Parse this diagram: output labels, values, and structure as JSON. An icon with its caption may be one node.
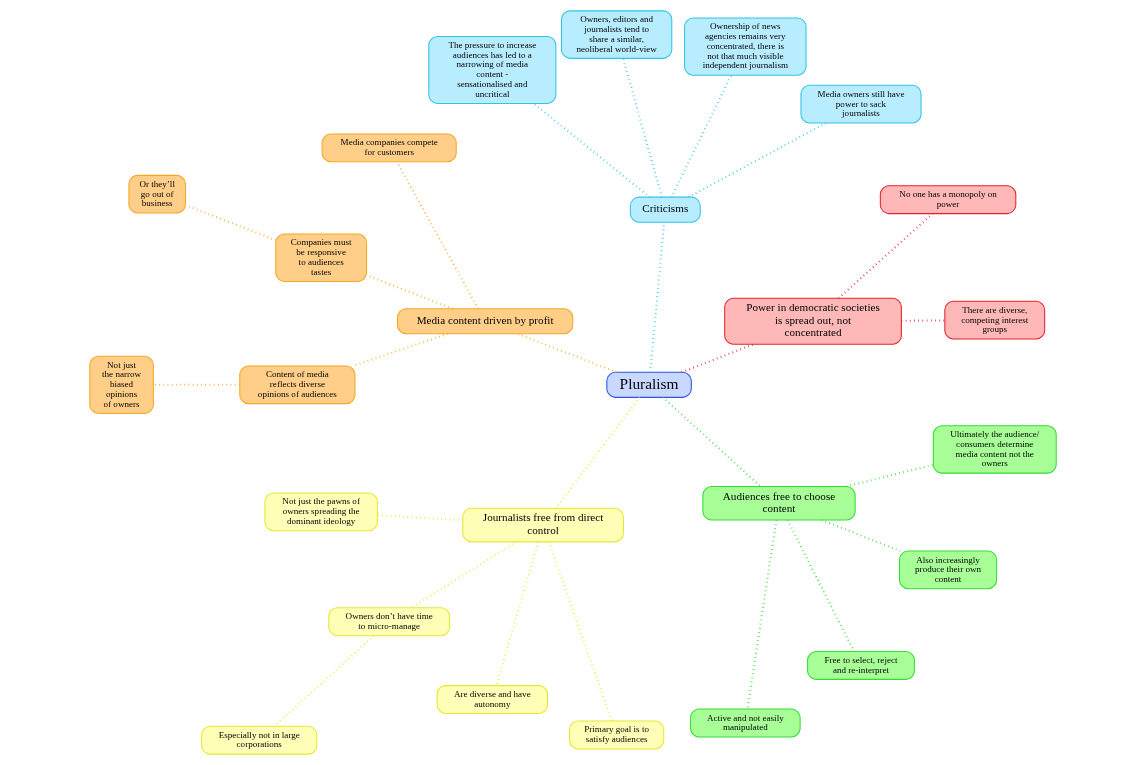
{
  "diagram": {
    "nodes": [
      {
        "text": [
          "Pluralism"
        ]
      },
      {
        "text": [
          "Power in democratic societies is spread out, not concentrated"
        ]
      },
      {
        "text": [
          "There are diverse, competing interest groups"
        ]
      },
      {
        "text": [
          "No one has a monopoly on power"
        ]
      },
      {
        "text": [
          "Criticisms"
        ]
      },
      {
        "text": [
          "Media owners still have power to sack journalists"
        ]
      },
      {
        "text": [
          "Ownership of news agencies remains very concentrated, there is not that much visible independent journalism"
        ]
      },
      {
        "text": [
          "Owners, editors and journalists tend to share a similar, neoliberal world-view"
        ]
      },
      {
        "text": [
          "The pressure to increase audiences has led to a narrowing of media content - sensationalised and uncritical"
        ]
      },
      {
        "text": [
          "Media content driven by profit"
        ]
      },
      {
        "text": [
          "Media companies compete for customers"
        ]
      },
      {
        "text": [
          "Companies must be responsive to audiences tastes"
        ]
      },
      {
        "text": [
          "Or they’ll go out of business"
        ]
      },
      {
        "text": [
          "Content of media reflects diverse opinions of audiences"
        ]
      },
      {
        "text": [
          "Not just the narrow biased opinions of owners"
        ]
      },
      {
        "text": [
          "Journalists free from direct control"
        ]
      },
      {
        "text": [
          "Not just the pawns of owners spreading the dominant ideology"
        ]
      },
      {
        "text": [
          "Owners don’t have time to micro-manage"
        ]
      },
      {
        "text": [
          "Especially not in large corporations"
        ]
      },
      {
        "text": [
          "Are diverse and have autonomy"
        ]
      },
      {
        "text": [
          "Primary goal is to satisfy audiences"
        ]
      },
      {
        "text": [
          "Audiences free to choose content"
        ]
      },
      {
        "text": [
          "Active and not easily manipulated"
        ]
      },
      {
        "text": [
          "Free to select, reject and re-interpret"
        ]
      },
      {
        "text": [
          "Also increasingly produce their own content"
        ]
      },
      {
        "text": [
          "Ultimately the audience/ consumers determine media content not the owners"
        ]
      }
    ],
    "edges": [
      {
        "from": 0,
        "to": 1,
        "arrow": "none",
        "color": "#e8202a"
      },
      {
        "from": 1,
        "to": 2,
        "arrow": "none",
        "color": "#e8202a"
      },
      {
        "from": 1,
        "to": 3,
        "arrow": "none",
        "color": "#e8202a"
      },
      {
        "from": 0,
        "to": 4,
        "arrow": "none",
        "color": "#33c3e8"
      },
      {
        "from": 4,
        "to": 5,
        "arrow": "none",
        "color": "#33c3e8"
      },
      {
        "from": 4,
        "to": 6,
        "arrow": "none",
        "color": "#33c3e8"
      },
      {
        "from": 4,
        "to": 7,
        "arrow": "none",
        "color": "#33c3e8"
      },
      {
        "from": 4,
        "to": 8,
        "arrow": "none",
        "color": "#33c3e8"
      },
      {
        "from": 0,
        "to": 9,
        "arrow": "none",
        "color": "#f5a623"
      },
      {
        "from": 9,
        "to": 10,
        "arrow": "none",
        "color": "#f5a623"
      },
      {
        "from": 9,
        "to": 11,
        "arrow": "none",
        "color": "#f5a623"
      },
      {
        "from": 11,
        "to": 12,
        "arrow": "none",
        "color": "#f5a623"
      },
      {
        "from": 9,
        "to": 13,
        "arrow": "none",
        "color": "#f5a623"
      },
      {
        "from": 13,
        "to": 14,
        "arrow": "none",
        "color": "#f5a623"
      },
      {
        "from": 0,
        "to": 15,
        "arrow": "none",
        "color": "#e6e62e"
      },
      {
        "from": 15,
        "to": 16,
        "arrow": "none",
        "color": "#e6e62e"
      },
      {
        "from": 15,
        "to": 17,
        "arrow": "none",
        "color": "#e6e62e"
      },
      {
        "from": 17,
        "to": 18,
        "arrow": "none",
        "color": "#e6e62e"
      },
      {
        "from": 15,
        "to": 19,
        "arrow": "none",
        "color": "#e6e62e"
      },
      {
        "from": 15,
        "to": 20,
        "arrow": "none",
        "color": "#e6e62e"
      },
      {
        "from": 0,
        "to": 21,
        "arrow": "none",
        "color": "#33dd33"
      },
      {
        "from": 21,
        "to": 22,
        "arrow": "none",
        "color": "#33dd33"
      },
      {
        "from": 21,
        "to": 23,
        "arrow": "none",
        "color": "#33dd33"
      },
      {
        "from": 21,
        "to": 24,
        "arrow": "none",
        "color": "#33dd33"
      },
      {
        "from": 21,
        "to": 25,
        "arrow": "none",
        "color": "#33dd33"
      }
    ]
  }
}
